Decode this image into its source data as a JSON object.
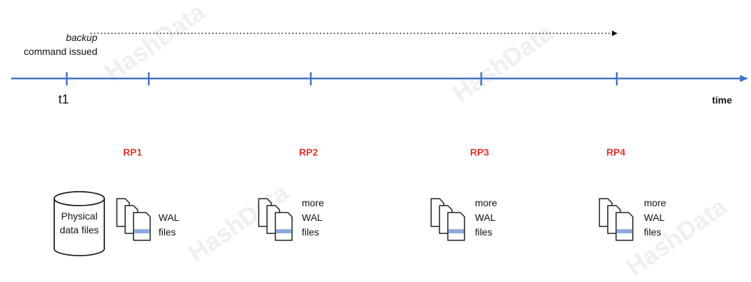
{
  "backup_label": "backup",
  "command_label": "command issued",
  "t1_label": "t1",
  "time_label": "time",
  "restore_points": [
    "RP1",
    "RP2",
    "RP3",
    "RP4"
  ],
  "physical_files_label": "Physical\ndata files",
  "wal_labels": [
    "WAL\nfiles",
    "more\nWAL\nfiles",
    "more\nWAL\nfiles",
    "more\nWAL\nfiles"
  ],
  "watermark": "HashData",
  "colors": {
    "timeline": "#4472c4",
    "restore_point": "#e8322b",
    "wal_bar": "#8eaadb",
    "stroke": "#1f1f1f"
  }
}
